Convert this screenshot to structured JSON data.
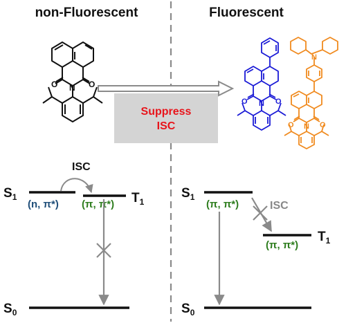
{
  "headers": {
    "left": "non-Fluorescent",
    "right": "Fluorescent"
  },
  "suppress_box": {
    "line1": "Suppress",
    "line2": "ISC",
    "text_color": "#e8141b",
    "fill_color": "#d4d4d4"
  },
  "left_diagram": {
    "isc_label": "ISC",
    "s1": {
      "main": "S",
      "sub": "1",
      "orbital": "(n, π*)",
      "orbital_color": "#1f4e79"
    },
    "t1": {
      "main": "T",
      "sub": "1",
      "orbital": "(π, π*)",
      "orbital_color": "#2e7d1e"
    },
    "s0": {
      "main": "S",
      "sub": "0"
    }
  },
  "right_diagram": {
    "isc_label": "ISC",
    "isc_color": "#888888",
    "s1": {
      "main": "S",
      "sub": "1",
      "orbital": "(π, π*)",
      "orbital_color": "#2e7d1e"
    },
    "t1": {
      "main": "T",
      "sub": "1",
      "orbital": "(π, π*)",
      "orbital_color": "#2e7d1e"
    },
    "s0": {
      "main": "S",
      "sub": "0"
    }
  },
  "molecules": {
    "left_color": "#111111",
    "middle_color": "#1a1ad6",
    "right_color": "#f08a1e",
    "atom_labels": {
      "oxygen": "O",
      "nitrogen": "N"
    }
  },
  "colors": {
    "arrow": "#8a8a8a",
    "divider": "#8a8a8a",
    "level": "#111111"
  }
}
